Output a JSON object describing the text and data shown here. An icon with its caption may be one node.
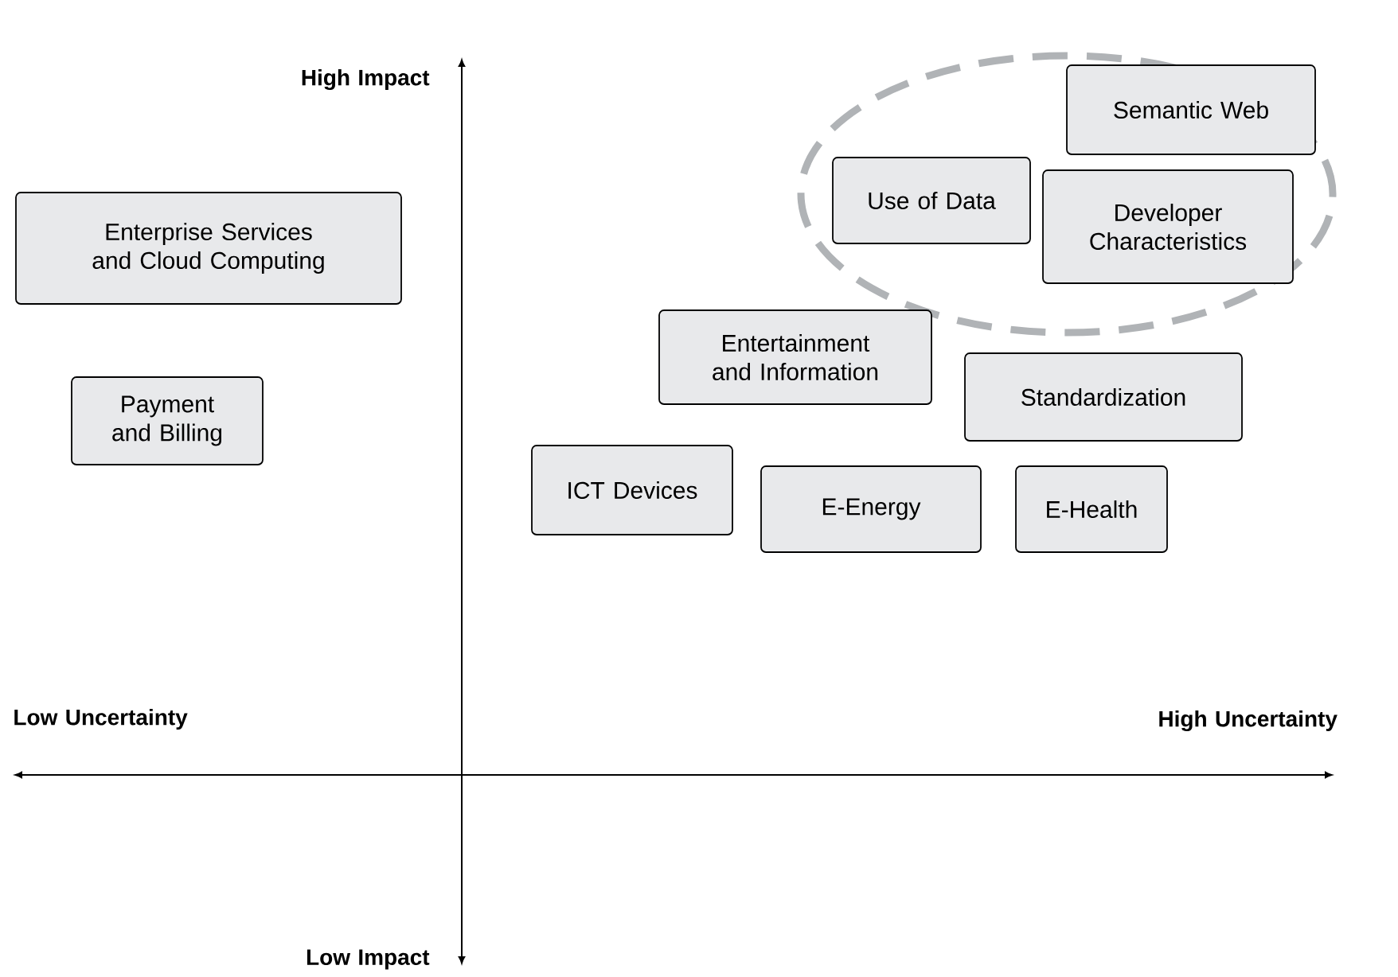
{
  "diagram": {
    "nodes": [
      {
        "text": [
          "Semantic Web"
        ]
      },
      {
        "text": [
          "Use of Data"
        ]
      },
      {
        "text": [
          "Developer Characteristics"
        ]
      },
      {
        "text": [
          "Enterprise Services and Cloud Computing"
        ]
      },
      {
        "text": [
          "Entertainment and Information"
        ]
      },
      {
        "text": [
          "Standardization"
        ]
      },
      {
        "text": [
          "Payment and Billing"
        ]
      },
      {
        "text": [
          "ICT Devices"
        ]
      },
      {
        "text": [
          "E-Energy"
        ]
      },
      {
        "text": [
          "E-Health"
        ]
      }
    ],
    "labels": [
      "High Impact",
      "Low Uncertainty",
      "High Uncertainty",
      "Low Impact"
    ]
  }
}
